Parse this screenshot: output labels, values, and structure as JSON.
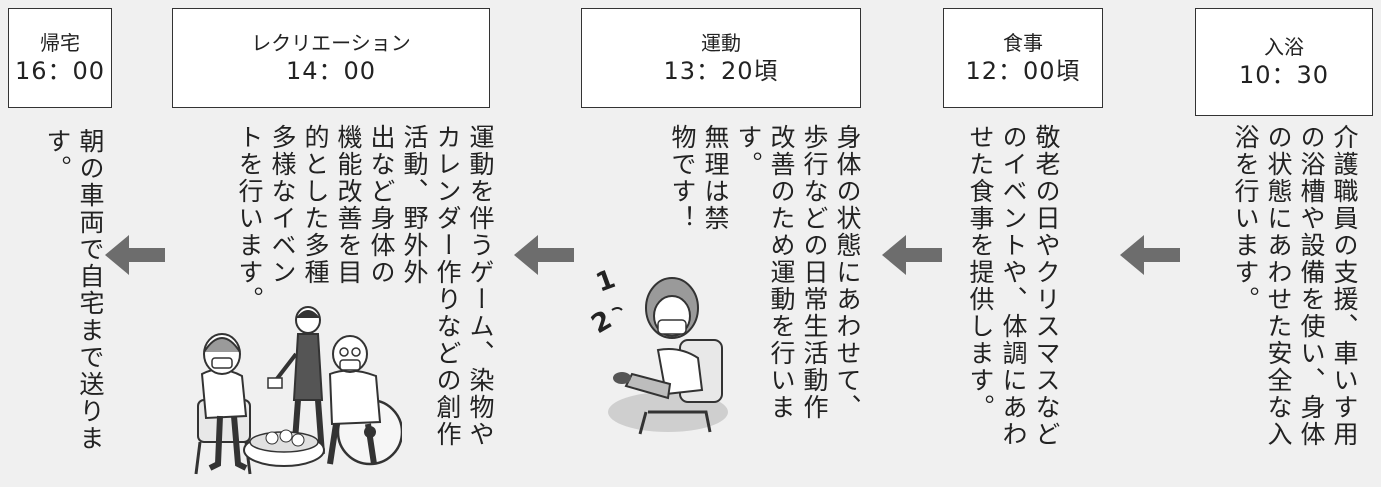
{
  "steps": [
    {
      "id": "bath",
      "title": "入浴",
      "time": "10：30",
      "text": "介護職員の支援、車いす用\nの浴槽や設備を使い、身体\nの状態にあわせた安全な入\n浴を行います。"
    },
    {
      "id": "meal",
      "title": "食事",
      "time": "12：00頃",
      "text": "敬老の日やクリスマスなど\nのイベントや、体調にあわ\nせた食事を提供します。"
    },
    {
      "id": "exercise",
      "title": "運動",
      "time": "13：20頃",
      "text": "身体の状態にあわせて、\n歩行などの日常生活動作\n改善のため運動を行いま\nす。\n無理は禁\n物です！"
    },
    {
      "id": "recreation",
      "title": "レクリエーション",
      "time": "14：00",
      "text": "運動を伴うゲーム、染物や\nカレンダー作りなどの創作\n活動、野外外\n出など身体の\n機能改善を目\n的とした多種\n多様なイベン\nトを行います。"
    },
    {
      "id": "return",
      "title": "帰宅",
      "time": "16：00",
      "text": "朝の車両で自宅まで送りま\nす。"
    }
  ],
  "illustration_text": {
    "count1": "1",
    "count2": "2"
  },
  "colors": {
    "arrow": "#6d6d6d",
    "border": "#333333",
    "background": "#f0f0f0"
  },
  "icons": [
    "left-arrow-icon",
    "exercise-illustration",
    "recreation-illustration"
  ]
}
